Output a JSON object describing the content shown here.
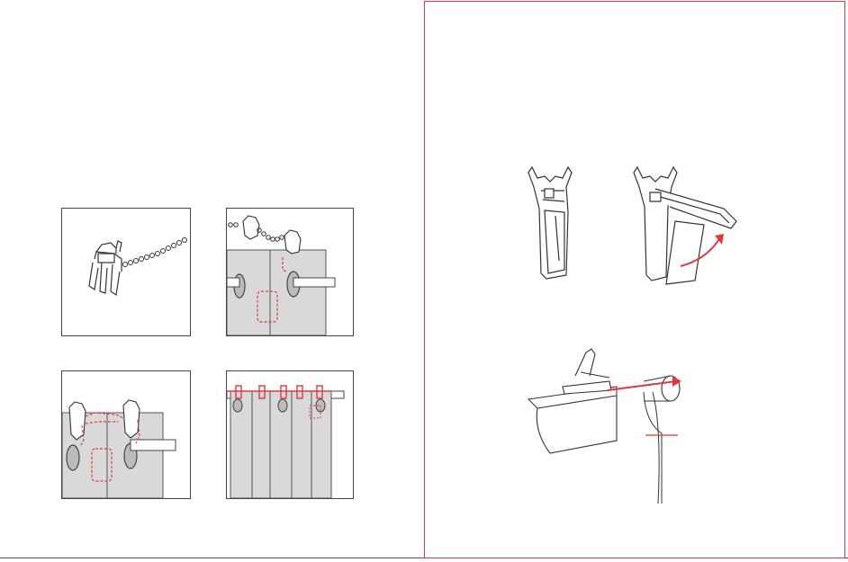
{
  "colors": {
    "accent": "#e0383e",
    "line": "#333333",
    "fill_gray": "#d9d9d9",
    "frame": "#4a4a4a"
  },
  "left_panel": {
    "panels": [
      {
        "id": "step-1",
        "depicts": "hook-with-bead-chain"
      },
      {
        "id": "step-2",
        "depicts": "chain-attached-to-rod-and-fabric"
      },
      {
        "id": "step-3",
        "depicts": "chain-looped-through-eyelet"
      },
      {
        "id": "step-4",
        "depicts": "hooks-on-gathered-curtain"
      }
    ]
  },
  "right_panel": {
    "figures": [
      {
        "id": "clip-closed",
        "depicts": "clip-closed-icon"
      },
      {
        "id": "clip-open",
        "depicts": "clip-open-with-red-arrow"
      },
      {
        "id": "clip-on-fabric",
        "depicts": "clip-sliding-onto-fabric-with-red-arrow"
      }
    ]
  }
}
